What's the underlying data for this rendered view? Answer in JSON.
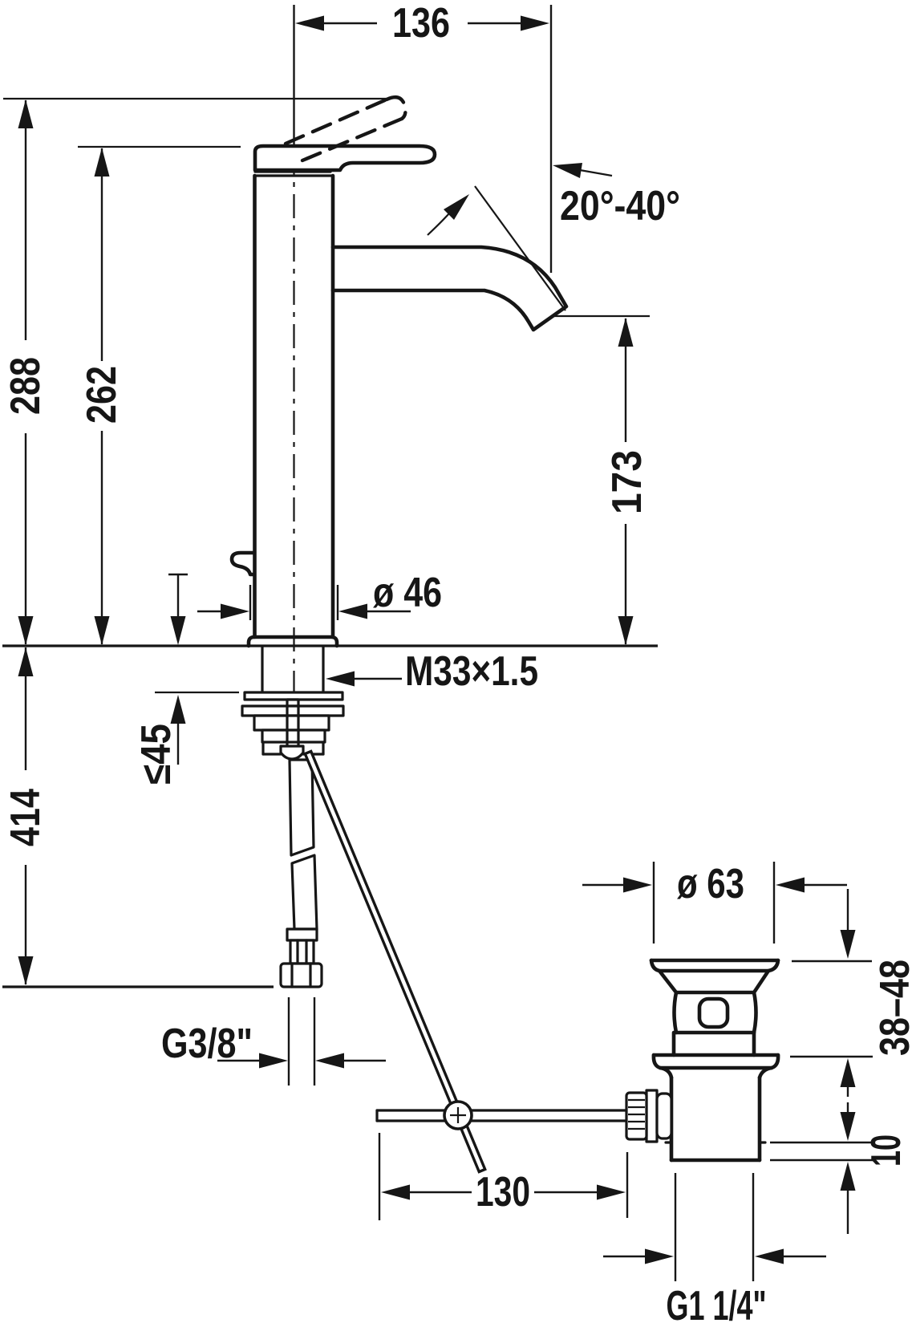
{
  "drawing": {
    "background": "#ffffff",
    "line_color": "#161616"
  },
  "dimensions": {
    "spout_reach": "136",
    "handle_angle_range": "20°-40°",
    "total_height": "288",
    "height_to_handle": "262",
    "spout_outlet_height": "173",
    "body_diameter": "ø 46",
    "mounting_thread": "M33×1.5",
    "max_mounting_thickness": "≤45",
    "supply_hose_length": "414",
    "supply_connection_thread": "G3/8\"",
    "lever_horizontal_reach": "130",
    "drain_flange_diameter": "ø 63",
    "basin_thickness_range": "38–48",
    "sealing_height": "10",
    "drain_pipe_thread": "G1 1/4\""
  }
}
